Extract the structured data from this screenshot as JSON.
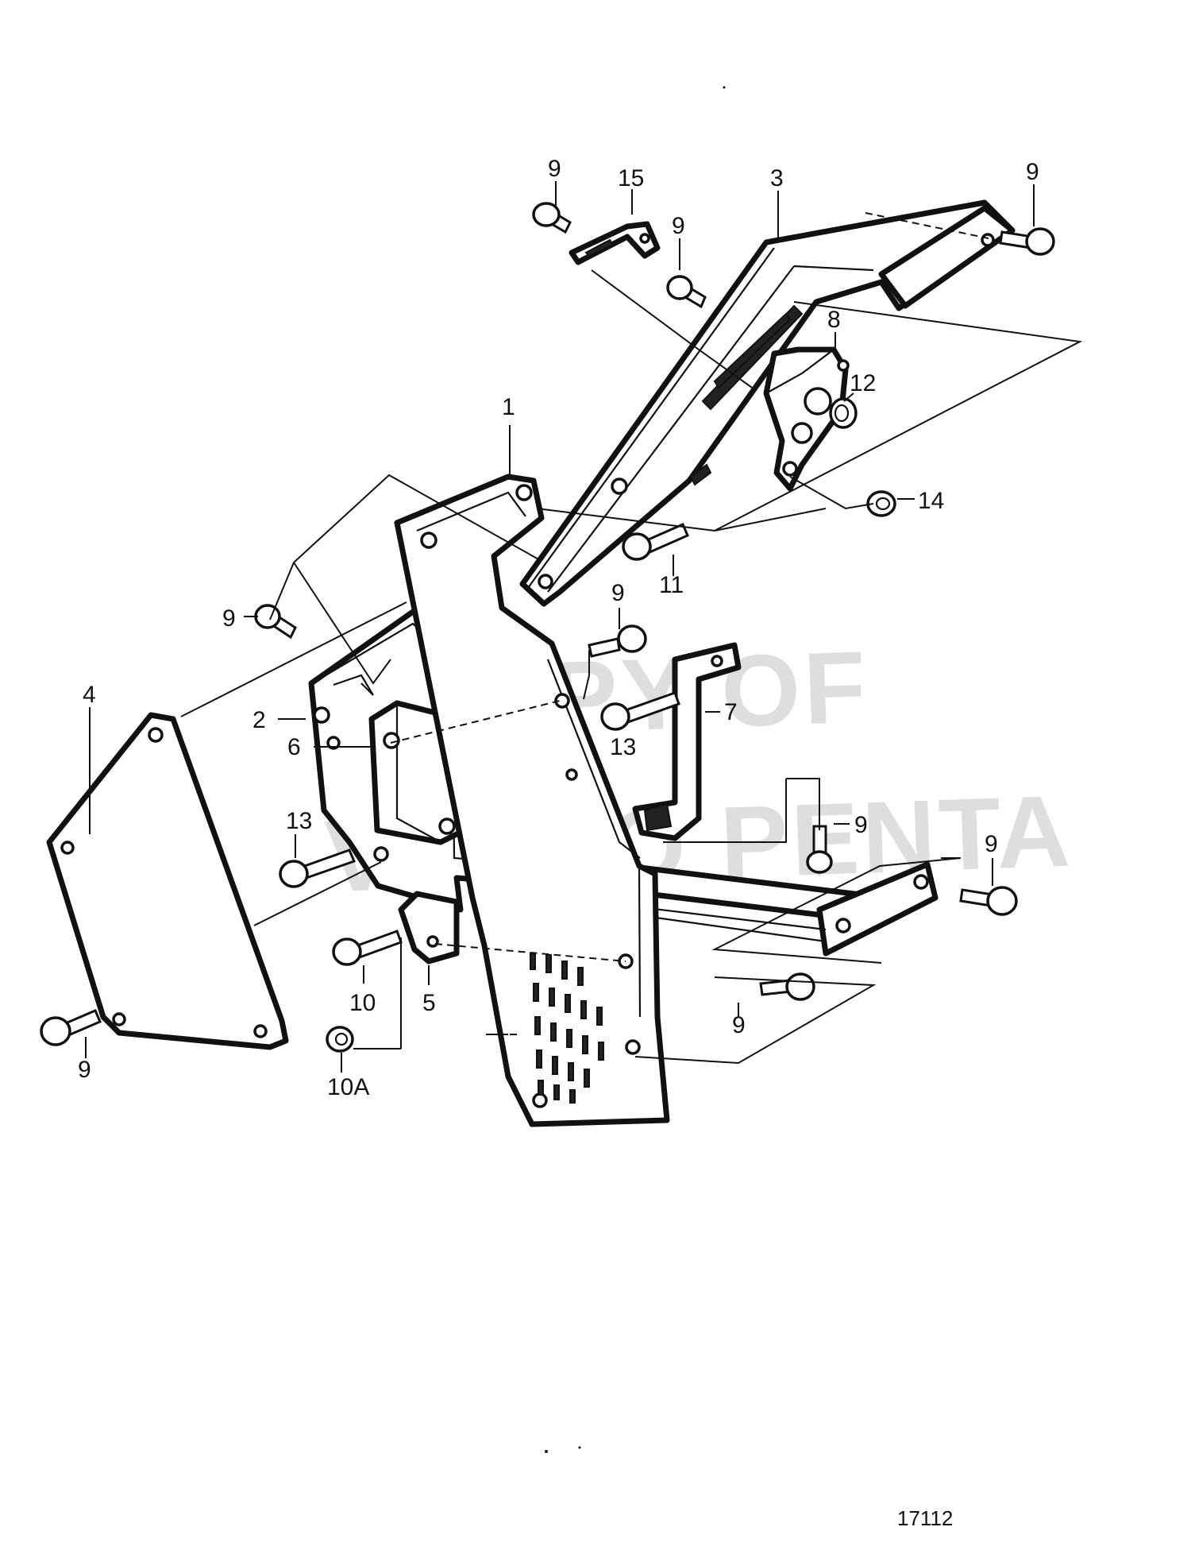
{
  "watermark": {
    "line1": "COPY OF",
    "line2": "VOLVO PENTA"
  },
  "figure_number": "17112",
  "callouts": [
    {
      "id": "c-9-a",
      "label": "9"
    },
    {
      "id": "c-15",
      "label": "15"
    },
    {
      "id": "c-9-b",
      "label": "9"
    },
    {
      "id": "c-3",
      "label": "3"
    },
    {
      "id": "c-9-c",
      "label": "9"
    },
    {
      "id": "c-8",
      "label": "8"
    },
    {
      "id": "c-1",
      "label": "1"
    },
    {
      "id": "c-12",
      "label": "12"
    },
    {
      "id": "c-14",
      "label": "14"
    },
    {
      "id": "c-11",
      "label": "11"
    },
    {
      "id": "c-9-d",
      "label": "9"
    },
    {
      "id": "c-9-e",
      "label": "9"
    },
    {
      "id": "c-4",
      "label": "4"
    },
    {
      "id": "c-2",
      "label": "2"
    },
    {
      "id": "c-7",
      "label": "7"
    },
    {
      "id": "c-6",
      "label": "6"
    },
    {
      "id": "c-13-a",
      "label": "13"
    },
    {
      "id": "c-9-f",
      "label": "9"
    },
    {
      "id": "c-13-b",
      "label": "13"
    },
    {
      "id": "c-9-g",
      "label": "9"
    },
    {
      "id": "c-10",
      "label": "10"
    },
    {
      "id": "c-5",
      "label": "5"
    },
    {
      "id": "c-9-h",
      "label": "9"
    },
    {
      "id": "c-9-i",
      "label": "9"
    },
    {
      "id": "c-10a",
      "label": "10A"
    }
  ]
}
